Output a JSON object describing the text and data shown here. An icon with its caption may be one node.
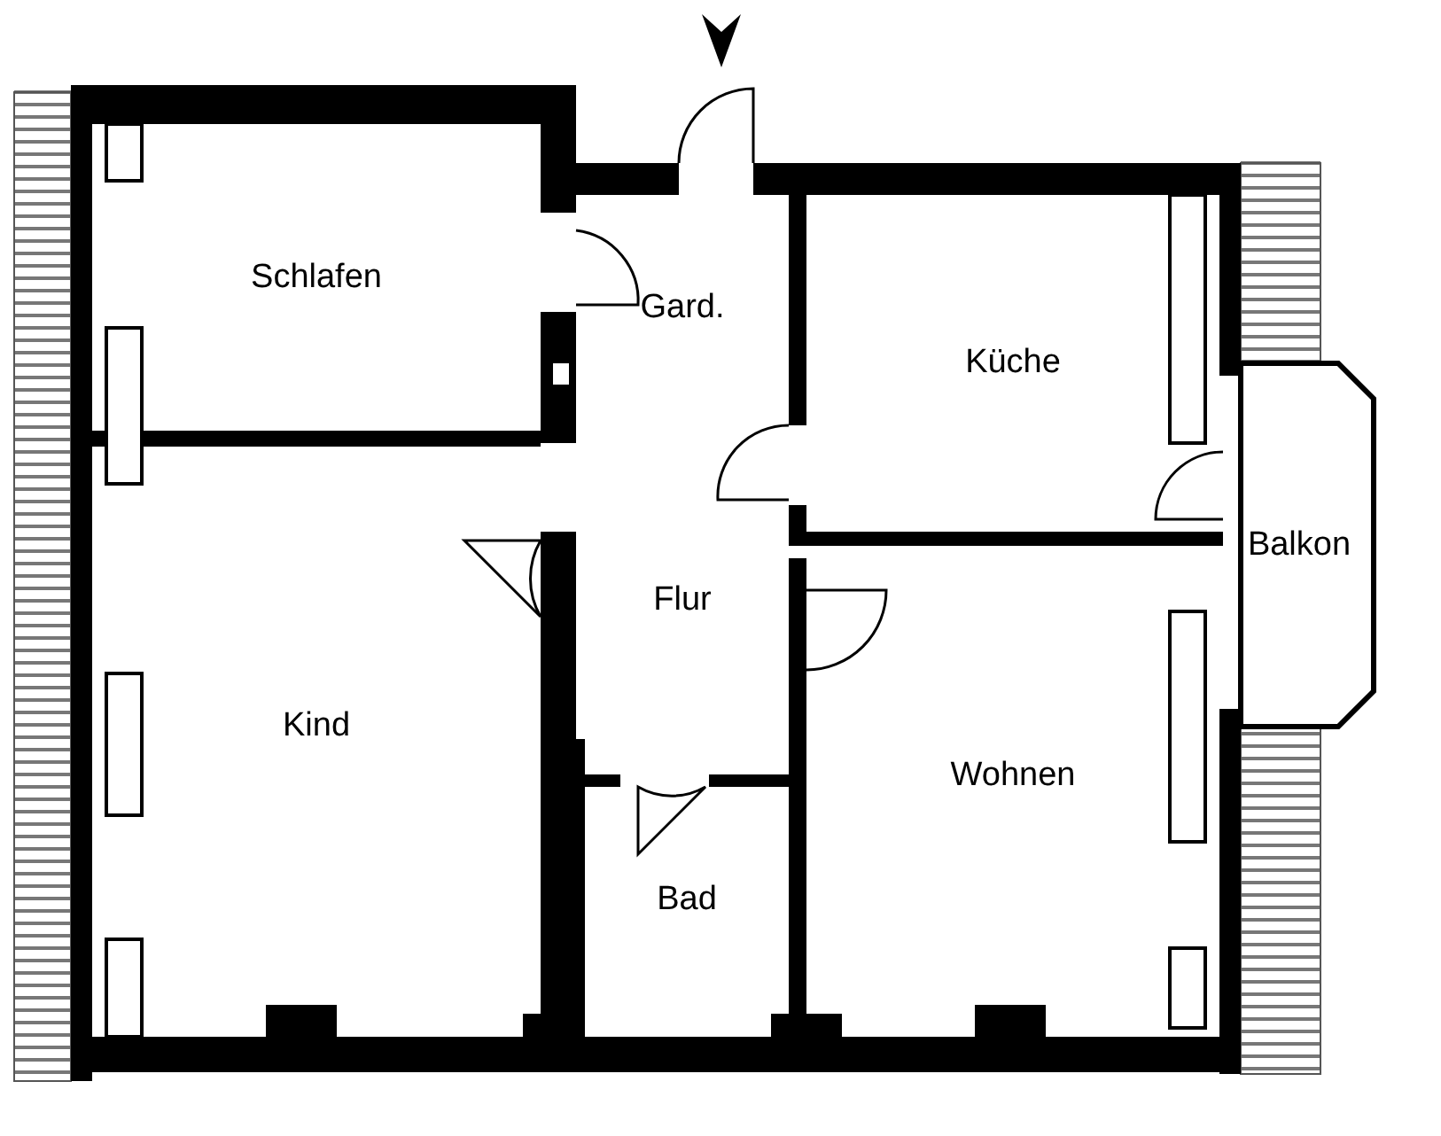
{
  "diagram": {
    "nodes": [
      {
        "text": [
          "Schlafen"
        ]
      },
      {
        "text": [
          "Gard."
        ]
      },
      {
        "text": [
          "Küche"
        ]
      },
      {
        "text": [
          "Balkon"
        ]
      },
      {
        "text": [
          "Flur"
        ]
      },
      {
        "text": [
          "Kind"
        ]
      },
      {
        "text": [
          "Wohnen"
        ]
      },
      {
        "text": [
          "Bad"
        ]
      }
    ]
  }
}
